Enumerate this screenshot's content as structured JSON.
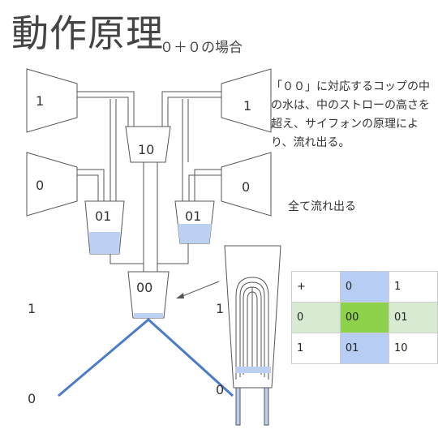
{
  "title": "動作原理",
  "subtitle": "０＋０の場合",
  "description": "「００」に対応するコップの中の水は、中のストローの高さを超え、サイフォンの原理により、流れ出る。",
  "all_flow": "全て流れ出る",
  "funnels": {
    "top_left": "1",
    "top_right": "1",
    "mid_left": "0",
    "mid_right": "0"
  },
  "cups": {
    "top": "10",
    "left": "01",
    "right": "01",
    "bottom": "00"
  },
  "outputs": {
    "left_one": "1",
    "left_zero": "0",
    "right_one": "1",
    "right_zero": "0"
  },
  "table": {
    "rows": [
      [
        "+",
        "0",
        "1"
      ],
      [
        "0",
        "00",
        "01"
      ],
      [
        "1",
        "01",
        "10"
      ]
    ]
  },
  "colors": {
    "water": "#bcd0f2",
    "highlight_blue": "#b7cdf4",
    "highlight_green": "#d9ead3",
    "highlight_center": "#8cd24a",
    "pipe_blue": "#4a7cc7"
  }
}
